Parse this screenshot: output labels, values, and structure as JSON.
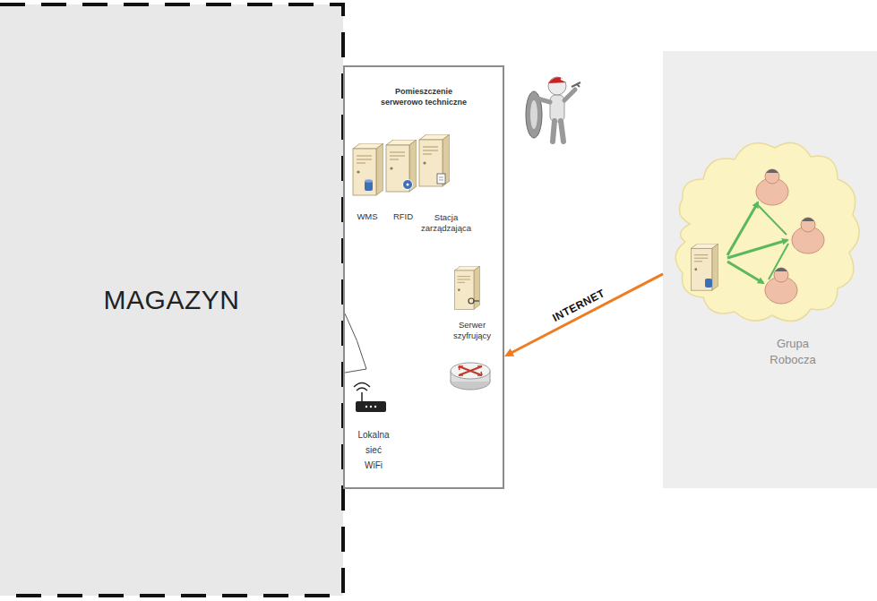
{
  "diagram": {
    "nodes": [
      {
        "text": [
          "MAGAZYN"
        ]
      },
      {
        "text": [
          "Pomieszczenie serwerowo techniczne"
        ]
      },
      {
        "text": [
          "WMS"
        ],
        "in": 1
      },
      {
        "text": [
          "RFID"
        ],
        "in": 1
      },
      {
        "text": [
          "Stacja zarządzająca"
        ],
        "in": 1
      },
      {
        "text": [
          "Serwer szyfrujący"
        ],
        "in": 1
      },
      {
        "text": [
          "Lokalna sieć WiFi"
        ],
        "in": 1
      },
      {
        "text": [
          "Grupa Robocza"
        ]
      }
    ],
    "edges": [
      {
        "from": 7,
        "to": 1,
        "label": "INTERNET",
        "arrow": "to"
      }
    ]
  }
}
